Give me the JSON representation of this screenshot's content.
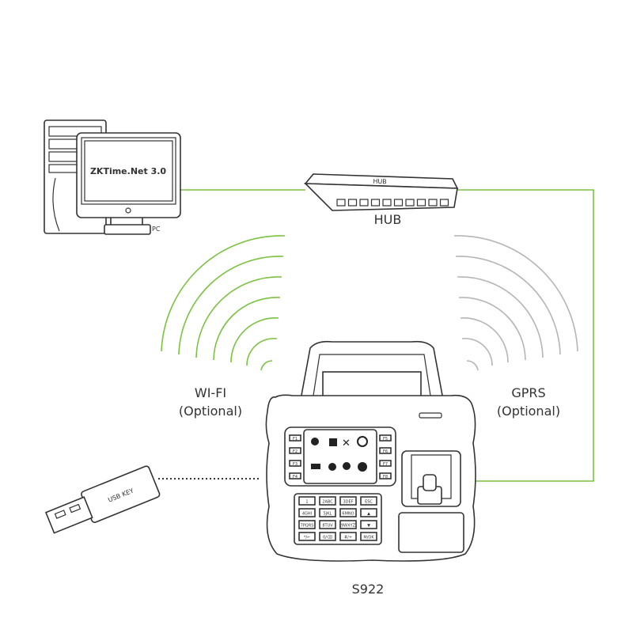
{
  "pc": {
    "screen_text": "ZKTime.Net 3.0",
    "label": "PC"
  },
  "hub": {
    "top_text": "HUB",
    "label": "HUB"
  },
  "wifi": {
    "line1": "WI-FI",
    "line2": "(Optional)"
  },
  "gprs": {
    "line1": "GPRS",
    "line2": "(Optional)"
  },
  "usb": {
    "text": "USB KEY"
  },
  "device": {
    "label": "S922",
    "function_keys_left": [
      "F1",
      "F2",
      "F3",
      "F4"
    ],
    "function_keys_right": [
      "F5",
      "F6",
      "F7",
      "F8"
    ],
    "keypad": [
      "1",
      "2ABC",
      "3DEF",
      "ESC",
      "4GHI",
      "5JKL",
      "6MNO",
      "▲",
      "7PQRS",
      "8TUV",
      "9WXYZ",
      "▼",
      "*/←",
      "0/⌫",
      "#/+",
      "M/OK"
    ]
  },
  "colors": {
    "link": "#7cc242",
    "wifi": "#7cc242",
    "gprs": "#b5b5b5",
    "stroke": "#333333"
  }
}
